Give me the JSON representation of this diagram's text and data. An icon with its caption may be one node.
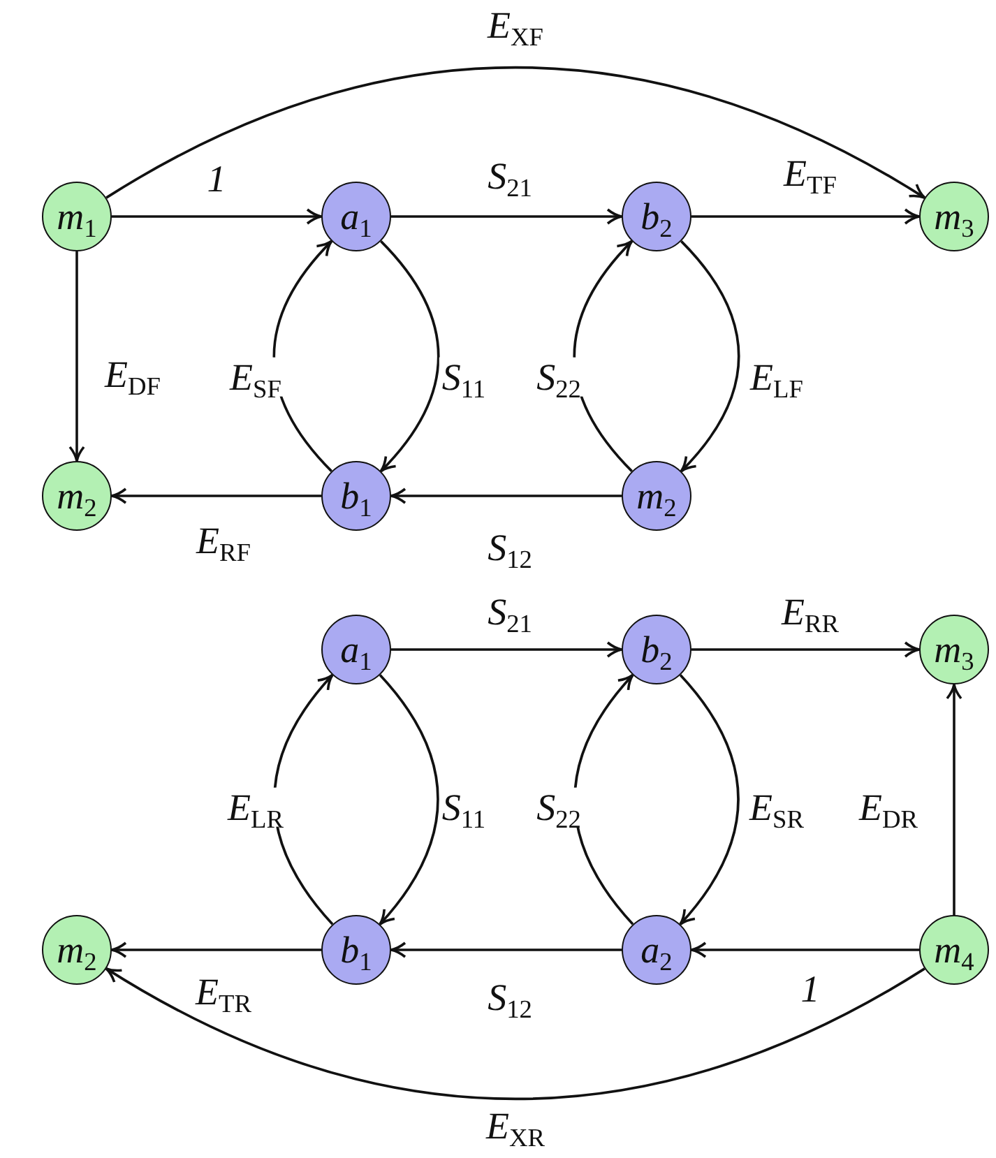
{
  "diagram": {
    "nodes": [
      {
        "text": [
          "m$_{1}$"
        ]
      },
      {
        "text": [
          "a$_{1}$"
        ]
      },
      {
        "text": [
          "b$_{2}$"
        ]
      },
      {
        "text": [
          "m$_{3}$"
        ]
      },
      {
        "text": [
          "m$_{2}$"
        ]
      },
      {
        "text": [
          "b$_{1}$"
        ]
      },
      {
        "text": [
          "m$_{2}$"
        ]
      },
      {
        "text": [
          "a$_{1}$"
        ]
      },
      {
        "text": [
          "b$_{2}$"
        ]
      },
      {
        "text": [
          "m$_{3}$"
        ]
      },
      {
        "text": [
          "m$_{2}$"
        ]
      },
      {
        "text": [
          "b$_{1}$"
        ]
      },
      {
        "text": [
          "a$_{2}$"
        ]
      },
      {
        "text": [
          "m$_{4}$"
        ]
      }
    ],
    "edges": [
      {
        "from": 0,
        "to": 1,
        "arrow": "to",
        "label": "1"
      },
      {
        "from": 1,
        "to": 2,
        "arrow": "to",
        "label": "S$_{21}$"
      },
      {
        "from": 2,
        "to": 3,
        "arrow": "to",
        "label": "E$_{TF}$"
      },
      {
        "from": 0,
        "to": 3,
        "arrow": "to",
        "label": "E$_{XF}$"
      },
      {
        "from": 0,
        "to": 4,
        "arrow": "to",
        "label": "E$_{DF}$"
      },
      {
        "from": 1,
        "to": 5,
        "arrow": "to",
        "label": "S$_{11}$"
      },
      {
        "from": 5,
        "to": 1,
        "arrow": "to",
        "label": "E$_{SF}$"
      },
      {
        "from": 2,
        "to": 6,
        "arrow": "to",
        "label": "E$_{LF}$"
      },
      {
        "from": 6,
        "to": 2,
        "arrow": "to",
        "label": "S$_{22}$"
      },
      {
        "from": 6,
        "to": 5,
        "arrow": "to",
        "label": "S$_{12}$"
      },
      {
        "from": 5,
        "to": 4,
        "arrow": "to",
        "label": "E$_{RF}$"
      },
      {
        "from": 7,
        "to": 8,
        "arrow": "to",
        "label": "S$_{21}$"
      },
      {
        "from": 8,
        "to": 9,
        "arrow": "to",
        "label": "E$_{RR}$"
      },
      {
        "from": 13,
        "to": 9,
        "arrow": "to",
        "label": "E$_{DR}$"
      },
      {
        "from": 7,
        "to": 11,
        "arrow": "to",
        "label": "S$_{11}$"
      },
      {
        "from": 11,
        "to": 7,
        "arrow": "to",
        "label": "E$_{LR}$"
      },
      {
        "from": 8,
        "to": 12,
        "arrow": "to",
        "label": "E$_{SR}$"
      },
      {
        "from": 12,
        "to": 8,
        "arrow": "to",
        "label": "S$_{22}$"
      },
      {
        "from": 13,
        "to": 12,
        "arrow": "to",
        "label": "1"
      },
      {
        "from": 12,
        "to": 11,
        "arrow": "to",
        "label": "S$_{12}$"
      },
      {
        "from": 11,
        "to": 10,
        "arrow": "to",
        "label": "E$_{TR}$"
      },
      {
        "from": 13,
        "to": 10,
        "arrow": "to",
        "label": "E$_{XR}$"
      }
    ]
  }
}
